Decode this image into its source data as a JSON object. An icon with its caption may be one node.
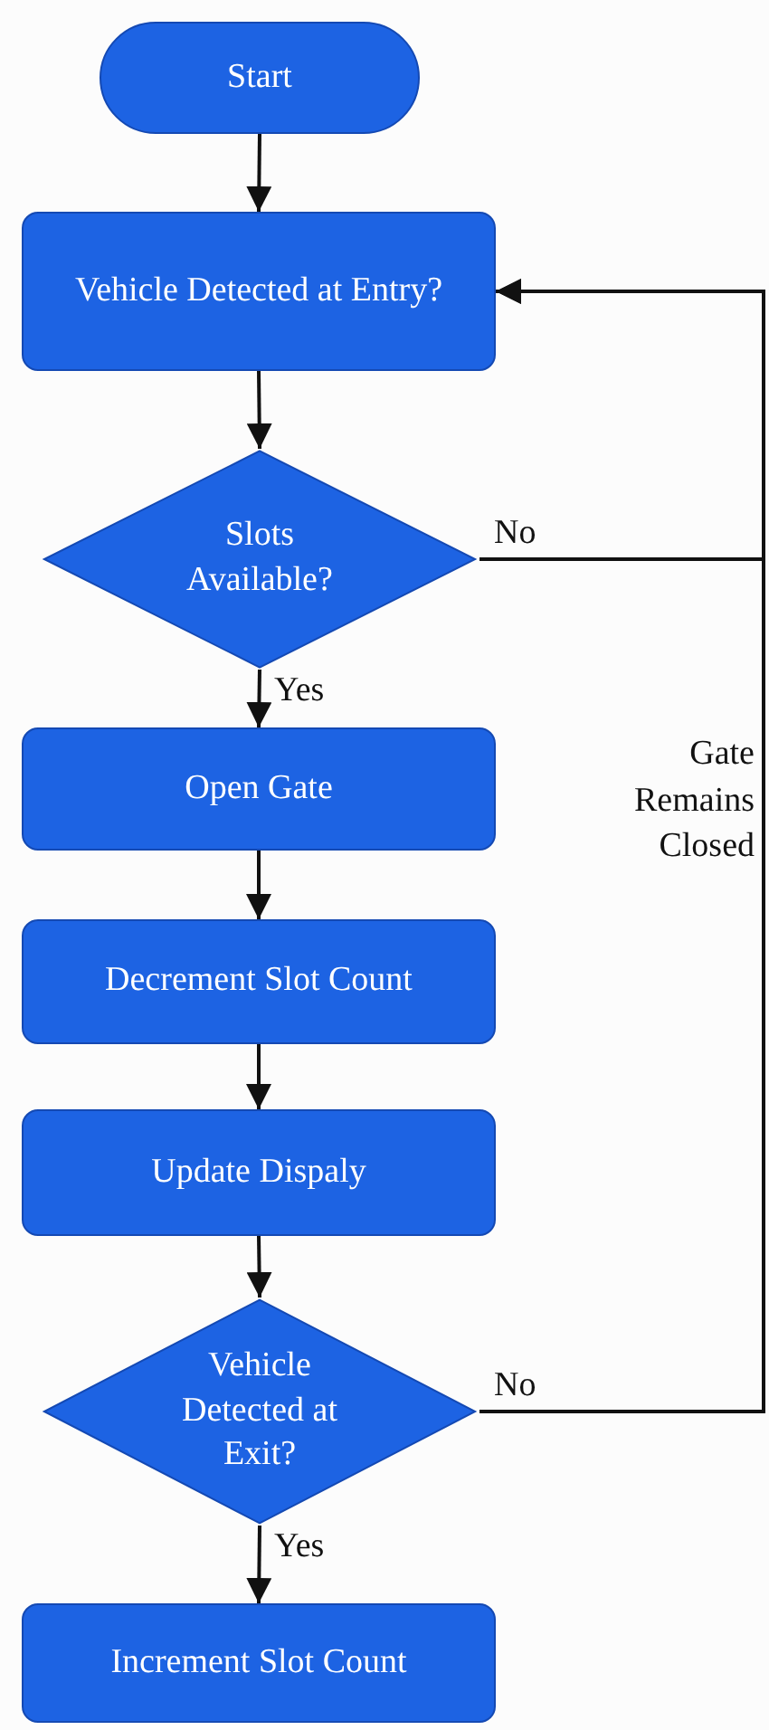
{
  "diagram": {
    "nodes": [
      {
        "text": [
          "Start"
        ]
      },
      {
        "text": [
          "Vehicle Detected at Entry?"
        ]
      },
      {
        "text": [
          "Slots Available?"
        ]
      },
      {
        "text": [
          "Open Gate"
        ]
      },
      {
        "text": [
          "Decrement Slot Count"
        ]
      },
      {
        "text": [
          "Update Dispaly"
        ]
      },
      {
        "text": [
          "Vehicle Detected at Exit?"
        ]
      },
      {
        "text": [
          "Increment Slot Count"
        ]
      }
    ],
    "edges": [
      {
        "from": 0,
        "to": 1,
        "arrow": "to"
      },
      {
        "from": 1,
        "to": 2,
        "arrow": "to"
      },
      {
        "from": 2,
        "to": 3,
        "arrow": "to",
        "label": "Yes"
      },
      {
        "from": 3,
        "to": 4,
        "arrow": "to"
      },
      {
        "from": 4,
        "to": 5,
        "arrow": "to"
      },
      {
        "from": 5,
        "to": 6,
        "arrow": "to"
      },
      {
        "from": 6,
        "to": 7,
        "arrow": "to",
        "label": "Yes"
      },
      {
        "from": 2,
        "to": 1,
        "arrow": "to",
        "label": "No"
      },
      {
        "from": 6,
        "to": 1,
        "arrow": "to",
        "label": "No"
      }
    ],
    "labels": [
      "Gate Remains Closed"
    ]
  }
}
